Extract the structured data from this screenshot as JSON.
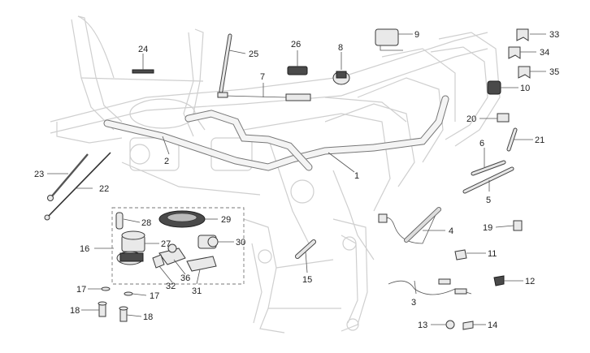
{
  "diagram": {
    "callouts": [
      "1",
      "2",
      "3",
      "4",
      "5",
      "6",
      "7",
      "8",
      "9",
      "10",
      "11",
      "12",
      "13",
      "14",
      "15",
      "16",
      "17",
      "17",
      "18",
      "18",
      "19",
      "20",
      "21",
      "22",
      "23",
      "24",
      "25",
      "26",
      "27",
      "28",
      "29",
      "30",
      "31",
      "32",
      "33",
      "34",
      "35",
      "36"
    ]
  }
}
